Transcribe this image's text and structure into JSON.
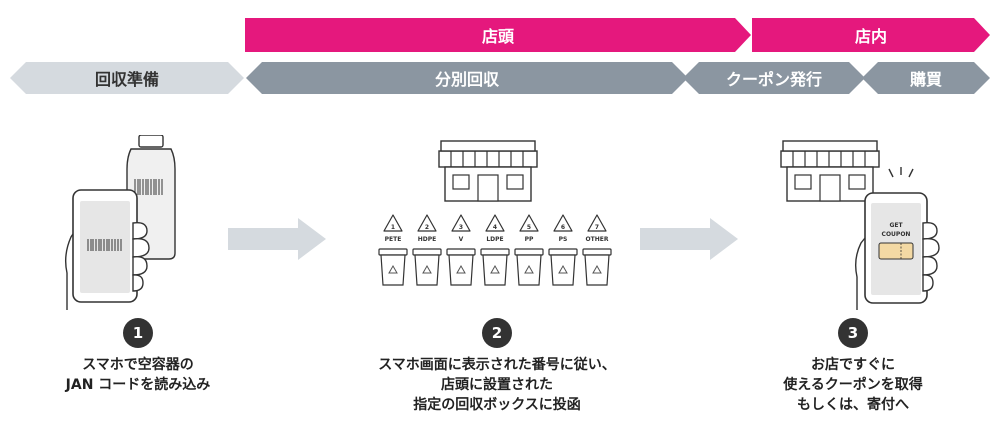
{
  "phases_top": [
    {
      "label": "店頭",
      "color": "#E5187D"
    },
    {
      "label": "店内",
      "color": "#E5187D"
    }
  ],
  "phases": [
    {
      "label": "回収準備",
      "color": "#D5DADF"
    },
    {
      "label": "分別回収",
      "color": "#8B96A1"
    },
    {
      "label": "クーポン発行",
      "color": "#8B96A1"
    },
    {
      "label": "購買",
      "color": "#8B96A1"
    }
  ],
  "bin_labels": [
    "PETE",
    "HDPE",
    "V",
    "LDPE",
    "PP",
    "PS",
    "OTHER"
  ],
  "bin_numbers": [
    "1",
    "2",
    "3",
    "4",
    "5",
    "6",
    "7"
  ],
  "coupon": {
    "line1": "GET",
    "line2": "COUPON"
  },
  "steps": [
    {
      "number": "1",
      "lines": [
        "スマホで空容器の",
        "JAN コードを読み込み"
      ]
    },
    {
      "number": "2",
      "lines": [
        "スマホ画面に表示された番号に従い、",
        "店頭に設置された",
        "指定の回収ボックスに投函"
      ]
    },
    {
      "number": "3",
      "lines": [
        "お店ですぐに",
        "使えるクーポンを取得",
        "もしくは、寄付へ"
      ]
    }
  ]
}
